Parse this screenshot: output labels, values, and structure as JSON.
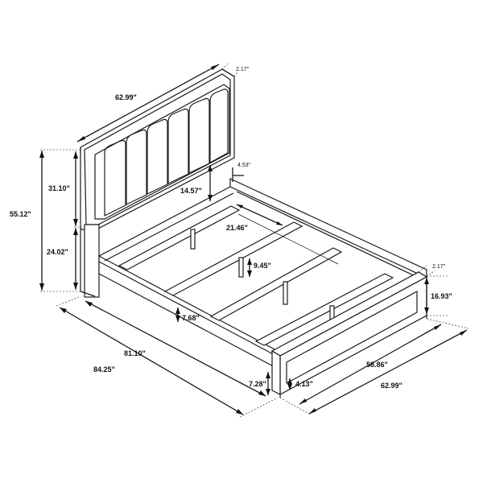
{
  "dimensions": {
    "headboard_width": "62.99\"",
    "headboard_depth": "2.17\"",
    "overall_height": "55.12\"",
    "headboard_panel_height": "31.10\"",
    "headboard_lower_height": "24.02\"",
    "panel_drop": "14.57\"",
    "post_offset": "4.53\"",
    "rail_length_inner": "21.46\"",
    "slat_height": "9.45\"",
    "rail_height": "7.68\"",
    "inner_length": "81.10\"",
    "overall_length": "84.25\"",
    "footboard_rail_height": "7.28\"",
    "footboard_depth_top": "2.17\"",
    "footboard_height": "16.93\"",
    "footboard_base": "4.13\"",
    "inner_width": "58.86\"",
    "overall_width": "62.99\""
  }
}
